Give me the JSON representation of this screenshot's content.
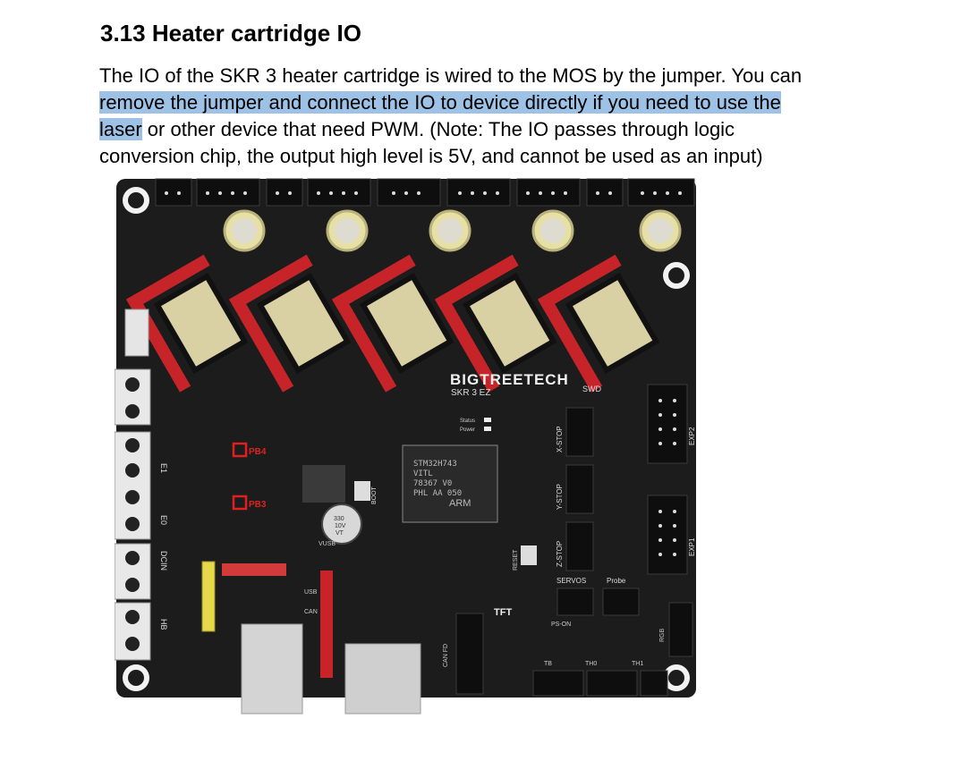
{
  "heading": "3.13 Heater cartridge IO",
  "paragraph": {
    "line1": "The IO of the SKR 3 heater cartridge is wired to the MOS by the jumper. You can",
    "line2_highlight": "remove the jumper and connect the IO to device directly if you need to use the ",
    "line3_highlight": "laser",
    "line3_rest": " or other device that need PWM. (Note: The IO passes through logic",
    "line4": "conversion chip, the output high level is 5V, and cannot be used as an input)"
  },
  "board": {
    "brand": "BIGTREETECH",
    "model": "SKR 3 EZ",
    "mcu_lines": [
      "STM32H743",
      "VITL",
      "78367 V0",
      "PHL AA 050"
    ],
    "mcu_arm": "ARM",
    "labels": {
      "swd": "SWD",
      "exp2": "EXP2",
      "exp1": "EXP1",
      "x_stop": "X-STOP",
      "y_stop": "Y-STOP",
      "z_stop": "Z-STOP",
      "servos": "SERVOS",
      "probe": "Probe",
      "tft": "TFT",
      "reset": "RESET",
      "boot": "BOOT",
      "status": "Status",
      "power": "Power",
      "e1": "E1",
      "e0": "E0",
      "dcin": "DCIN",
      "hb": "HB",
      "can_fd": "CAN FD",
      "tb": "TB",
      "th0": "TH0",
      "th1": "TH1",
      "rgb": "RGB",
      "ps_on": "PS-ON",
      "vusb": "VUSB",
      "usb": "USB",
      "can": "CAN",
      "pb3": "PB3",
      "pb4": "PB4",
      "cap": [
        "330",
        "10V",
        "VT"
      ]
    }
  }
}
